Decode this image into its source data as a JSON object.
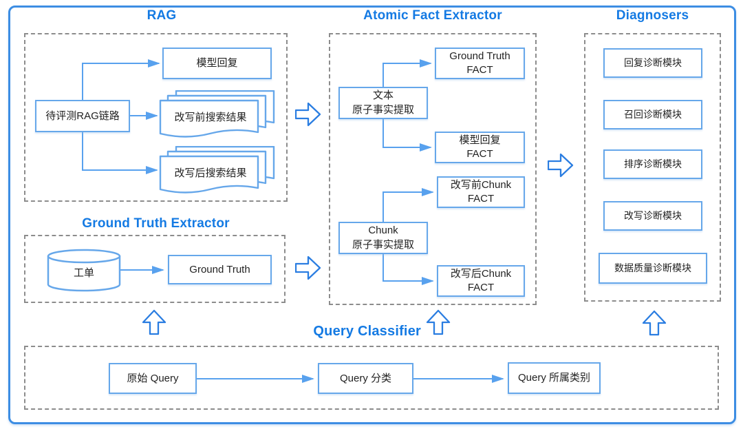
{
  "colors": {
    "outer_border": "#3c8de3",
    "title_blue": "#147ae3",
    "node_border": "#66a7ea",
    "connector_blue": "#58a1ee",
    "dashed_gray": "#8c8c8c",
    "block_arrow_stroke": "#2a7de1",
    "text_dark": "#222222"
  },
  "sections": {
    "rag": {
      "title": "RAG",
      "source": "待评测RAG链路",
      "model_reply": "模型回复",
      "pre_rewrite_results": "改写前搜索结果",
      "post_rewrite_results": "改写后搜索结果"
    },
    "ground_truth_extractor": {
      "title": "Ground Truth Extractor",
      "database": "工单",
      "output": "Ground Truth"
    },
    "atomic_fact_extractor": {
      "title": "Atomic Fact Extractor",
      "text_extractor": {
        "line1": "文本",
        "line2": "原子事实提取"
      },
      "chunk_extractor": {
        "line1": "Chunk",
        "line2": "原子事实提取"
      },
      "facts": [
        {
          "line1": "Ground Truth",
          "line2": "FACT"
        },
        {
          "line1": "模型回复",
          "line2": "FACT"
        },
        {
          "line1": "改写前Chunk",
          "line2": "FACT"
        },
        {
          "line1": "改写后Chunk",
          "line2": "FACT"
        }
      ]
    },
    "diagnosers": {
      "title": "Diagnosers",
      "modules": [
        "回复诊断模块",
        "召回诊断模块",
        "排序诊断模块",
        "改写诊断模块",
        "数据质量诊断模块"
      ]
    },
    "query_classifier": {
      "title": "Query Classifier",
      "original_query": "原始 Query",
      "query_classify": "Query 分类",
      "query_category": "Query 所属类别"
    }
  }
}
